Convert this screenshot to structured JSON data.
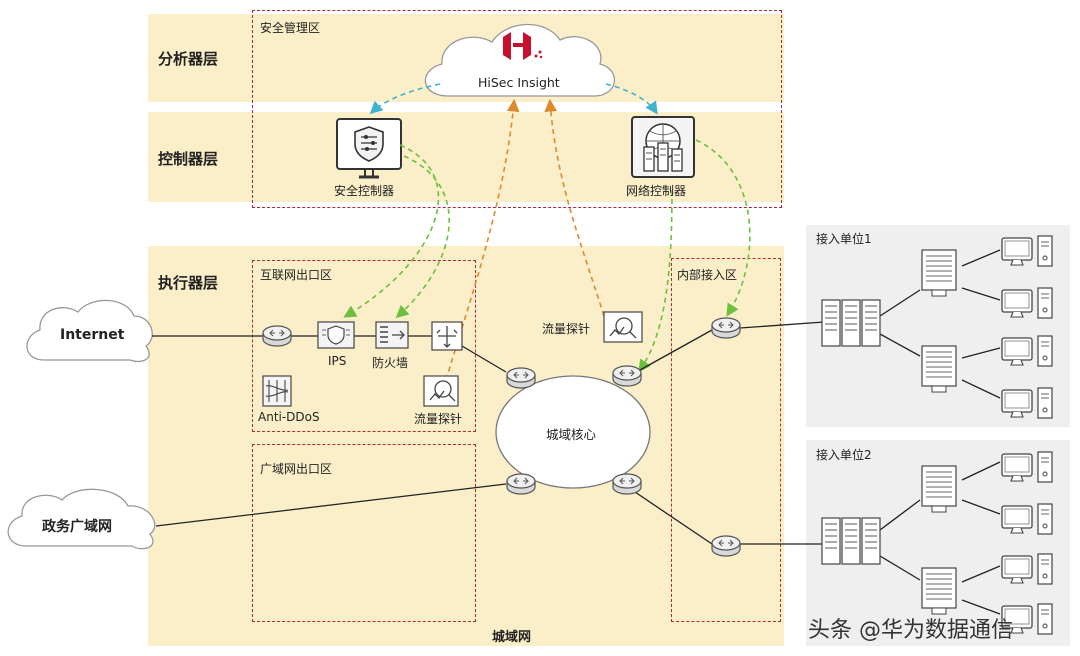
{
  "layers": {
    "analyzer": "分析器层",
    "controller": "控制器层",
    "executor": "执行器层"
  },
  "zones": {
    "security_mgmt": "安全管理区",
    "internet_exit": "互联网出口区",
    "wan_exit": "广域网出口区",
    "internal_access": "内部接入区",
    "metro_network": "城域网"
  },
  "clouds": {
    "hisec": "HiSec Insight",
    "internet": "Internet",
    "gov_wan": "政务广域网"
  },
  "devices": {
    "security_controller": "安全控制器",
    "network_controller": "网络控制器",
    "ips": "IPS",
    "firewall": "防火墙",
    "anti_ddos": "Anti-DDoS",
    "probe_left": "流量探针",
    "probe_top": "流量探针",
    "metro_core": "城域核心"
  },
  "access_units": {
    "unit1": "接入单位1",
    "unit2": "接入单位2"
  },
  "watermark": "头条 @华为数据通信",
  "colors": {
    "band": "#fbefc9",
    "zone_border": "#b0283c",
    "cyan_arrow": "#3fb3cc",
    "green_arrow": "#6cbf3f",
    "orange_arrow": "#e0892b",
    "brand_red": "#c8102e"
  }
}
